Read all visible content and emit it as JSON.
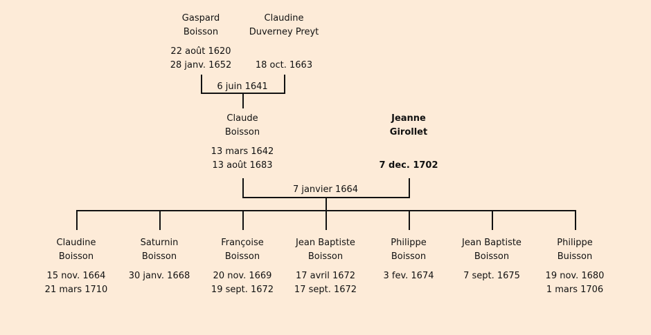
{
  "people": {
    "gaspard": {
      "first": "Gaspard",
      "last": "Boisson",
      "birth": "22 août 1620",
      "death": "28 janv. 1652"
    },
    "claudine_dp": {
      "first": "Claudine",
      "last": "Duverney Preyt",
      "birth": "",
      "death": "18 oct. 1663"
    },
    "claude": {
      "first": "Claude",
      "last": "Boisson",
      "birth": "13 mars 1642",
      "death": "13 août 1683"
    },
    "jeanne": {
      "first": "Jeanne",
      "last": "Girollet",
      "birth": "",
      "death": "7 dec. 1702"
    },
    "children": [
      {
        "first": "Claudine",
        "last": "Boisson",
        "birth": "15 nov. 1664",
        "death": "21 mars 1710"
      },
      {
        "first": "Saturnin",
        "last": "Boisson",
        "birth": "30 janv. 1668",
        "death": ""
      },
      {
        "first": "Françoise",
        "last": "Boisson",
        "birth": "20 nov. 1669",
        "death": "19 sept. 1672"
      },
      {
        "first": "Jean Baptiste",
        "last": "Boisson",
        "birth": "17 avril 1672",
        "death": "17 sept. 1672"
      },
      {
        "first": "Philippe",
        "last": "Boisson",
        "birth": "3 fev. 1674",
        "death": ""
      },
      {
        "first": "Jean Baptiste",
        "last": "Boisson",
        "birth": "7 sept. 1675",
        "death": ""
      },
      {
        "first": "Philippe",
        "last": "Buisson",
        "birth": "19 nov. 1680",
        "death": "1 mars 1706"
      }
    ]
  },
  "marriages": {
    "gaspard_claudine": "6 juin 1641",
    "claude_jeanne": "7 janvier 1664"
  }
}
